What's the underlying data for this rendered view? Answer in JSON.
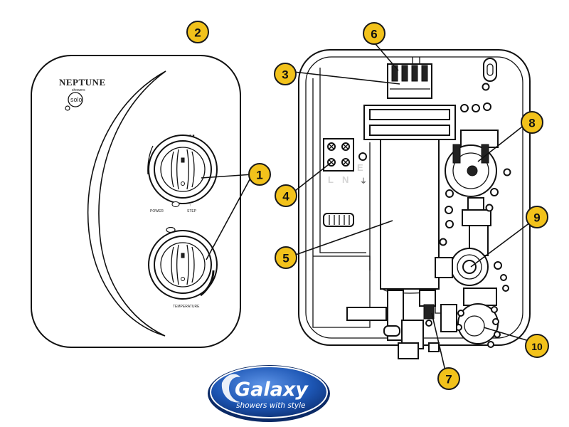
{
  "front_panel": {
    "brand": "NEPTUNE",
    "brand_sub": "showers",
    "model": "solo",
    "power_label": "POWER",
    "step_label": "STEP",
    "temperature_label": "TEMPERATURE"
  },
  "internals": {
    "terminal_letters": [
      "L",
      "N",
      "E"
    ]
  },
  "callouts": [
    "1",
    "2",
    "3",
    "4",
    "5",
    "6",
    "7",
    "8",
    "9",
    "10"
  ],
  "logo": {
    "name": "Galaxy",
    "tagline": "showers with style"
  },
  "colors": {
    "callout_fill": "#f2c21b",
    "logo_blue": "#1d56b4"
  }
}
